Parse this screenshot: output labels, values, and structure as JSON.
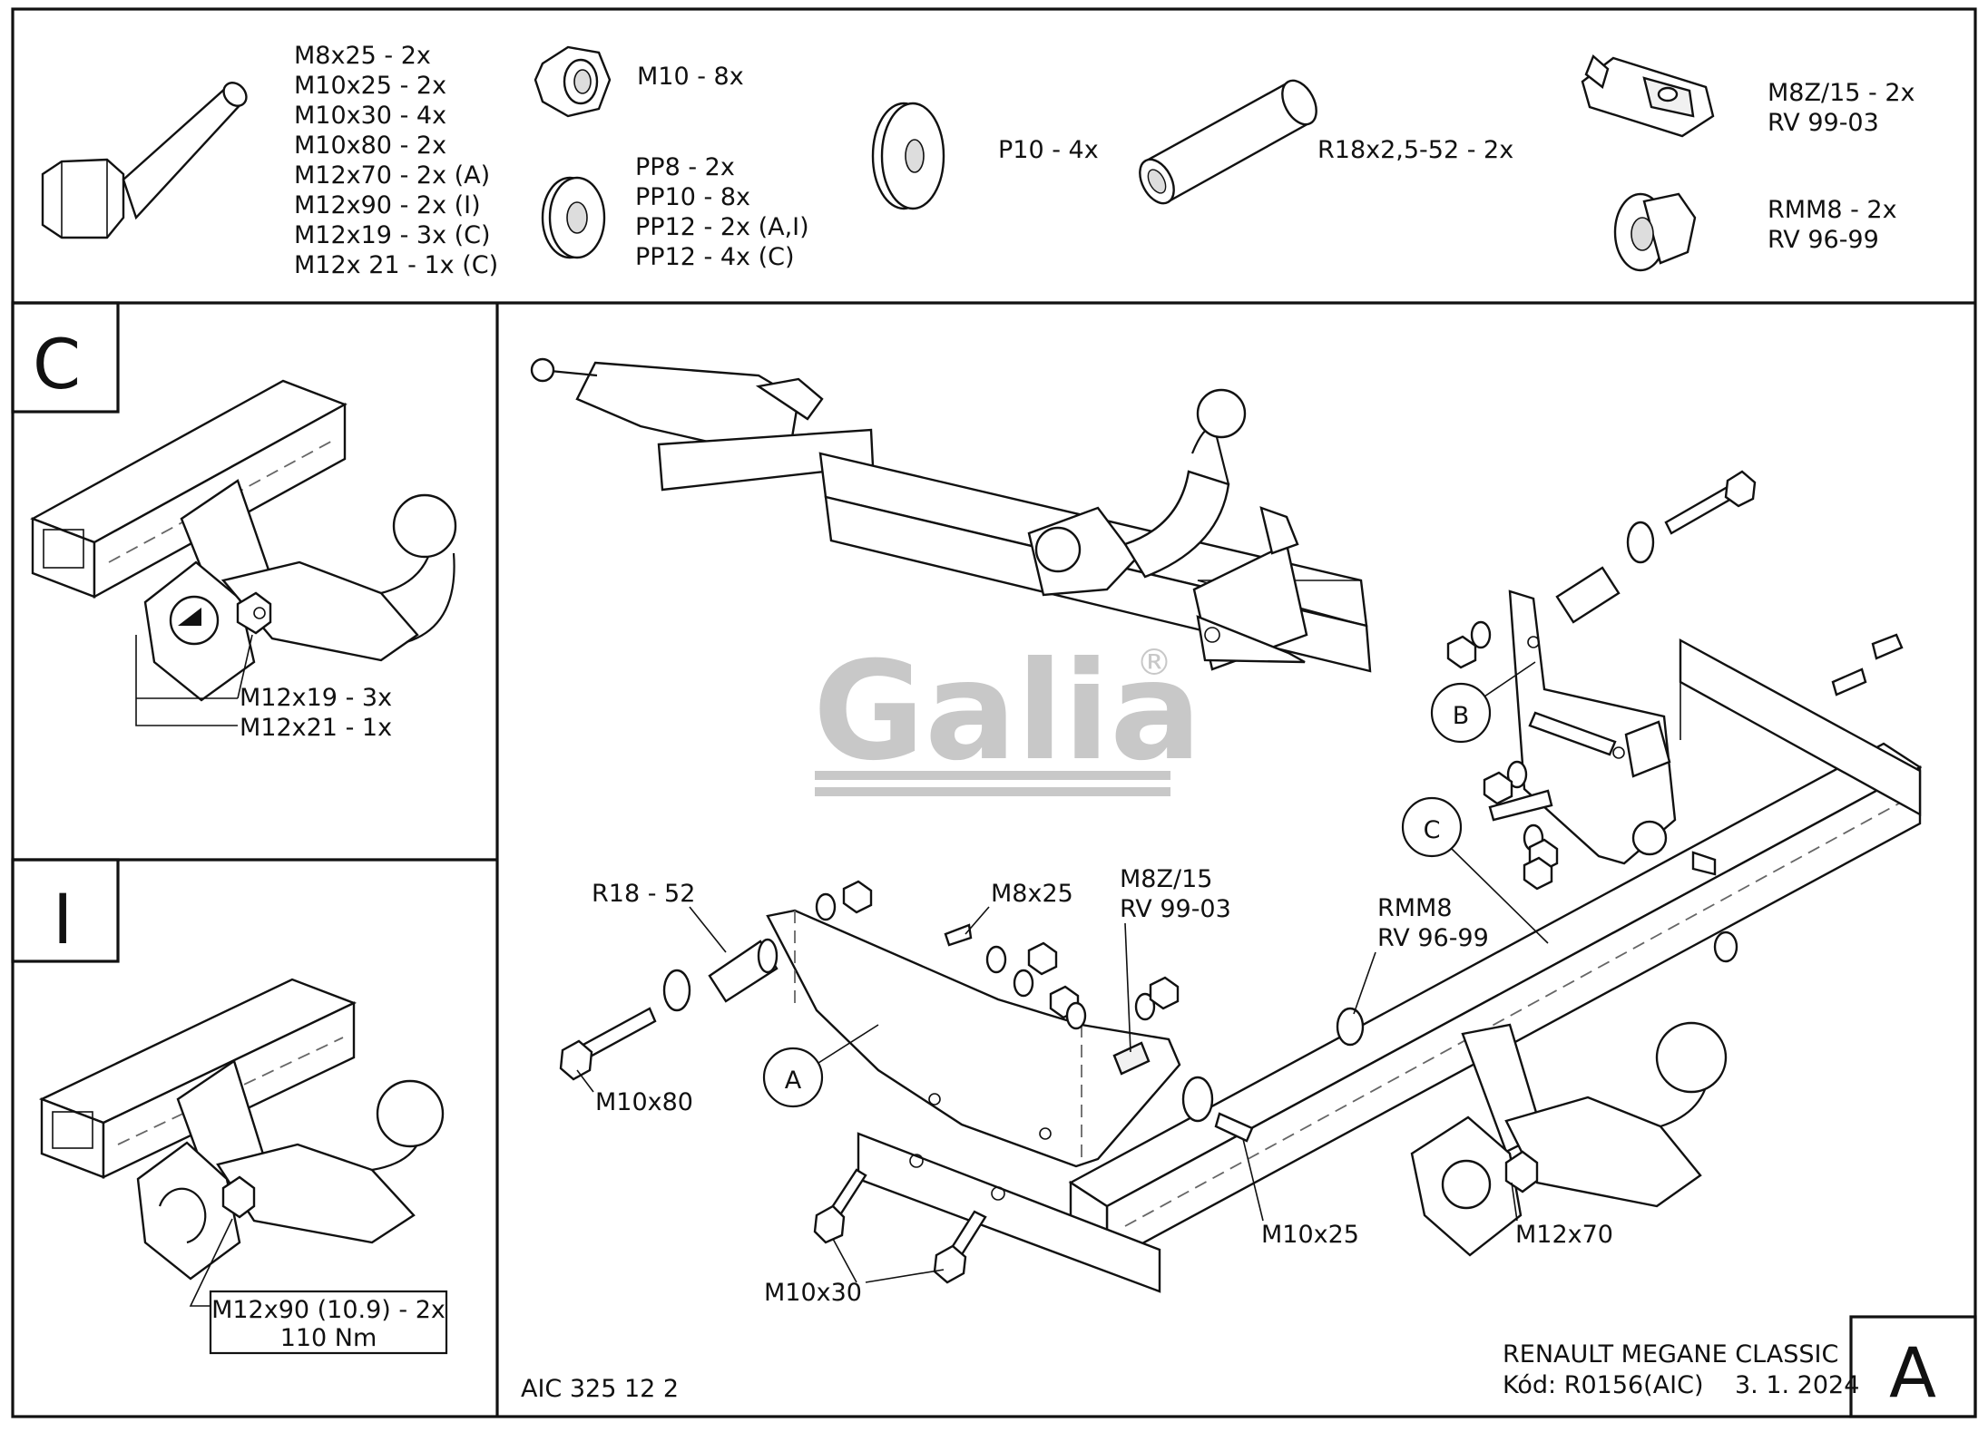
{
  "parts_list": {
    "bolts": [
      "M8x25 - 2x",
      "M10x25 - 2x",
      "M10x30 - 4x",
      "M10x80 - 2x",
      "M12x70 - 2x (A)",
      "M12x90 - 2x (I)",
      "M12x19 - 3x (C)",
      "M12x 21 - 1x (C)"
    ],
    "nut": "M10 - 8x",
    "washers": [
      "PP8 - 2x",
      "PP10 - 8x",
      "PP12 - 2x (A,I)",
      "PP12 - 4x (C)"
    ],
    "washer_large": "P10 - 4x",
    "spacer_tube": "R18x2,5-52 - 2x",
    "clip_nut": [
      "M8Z/15 - 2x",
      "RV 99-03"
    ],
    "rivet_nut": [
      "RMM8 - 2x",
      "RV 96-99"
    ]
  },
  "panel_c": {
    "letter": "C",
    "labels": [
      "M12x19 - 3x",
      "M12x21 - 1x"
    ]
  },
  "panel_i": {
    "letter": "I",
    "box_lines": [
      "M12x90 (10.9) - 2x",
      "110 Nm"
    ]
  },
  "main": {
    "callout_a": "A",
    "callout_b": "B",
    "callout_c": "C",
    "labels": {
      "r18": "R18 - 52",
      "m8x25": "M8x25",
      "m8z": [
        "M8Z/15",
        "RV 99-03"
      ],
      "rmm8": [
        "RMM8",
        "RV 96-99"
      ],
      "m10x80": "M10x80",
      "m10x25": "M10x25",
      "m12x70": "M12x70",
      "m10x30": "M10x30"
    },
    "logo": "Galia",
    "logo_mark": "®"
  },
  "footer": {
    "code": "AIC 325 12 2",
    "title": "RENAULT MEGANE CLASSIC",
    "kod": "Kód: R0156(AIC)",
    "date": "3. 1. 2024",
    "variant": "A"
  },
  "colors": {
    "line": "#111111",
    "logo_gray": "#c8c8c8"
  }
}
